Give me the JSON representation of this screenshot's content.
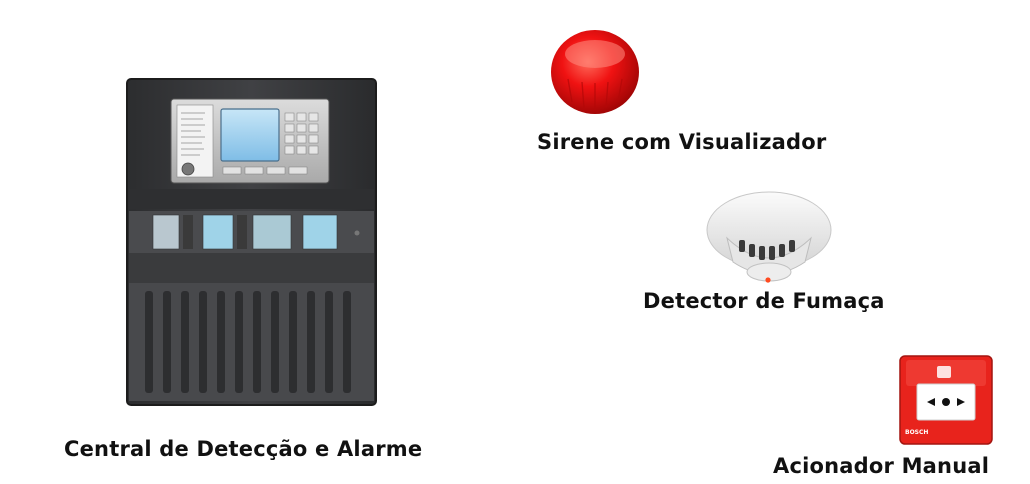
{
  "labels": {
    "panel": "Central de Detecção e Alarme",
    "siren": "Sirene com Visualizador",
    "smoke": "Detector de Fumaça",
    "call_point": "Acionador Manual"
  },
  "call_point_brand": "BOSCH",
  "colors": {
    "panel_body": "#3a3b3d",
    "screen": "#9fd0ef",
    "siren_red": "#e81010",
    "call_point_red": "#e8231c",
    "detector_white": "#f1f1f1"
  }
}
